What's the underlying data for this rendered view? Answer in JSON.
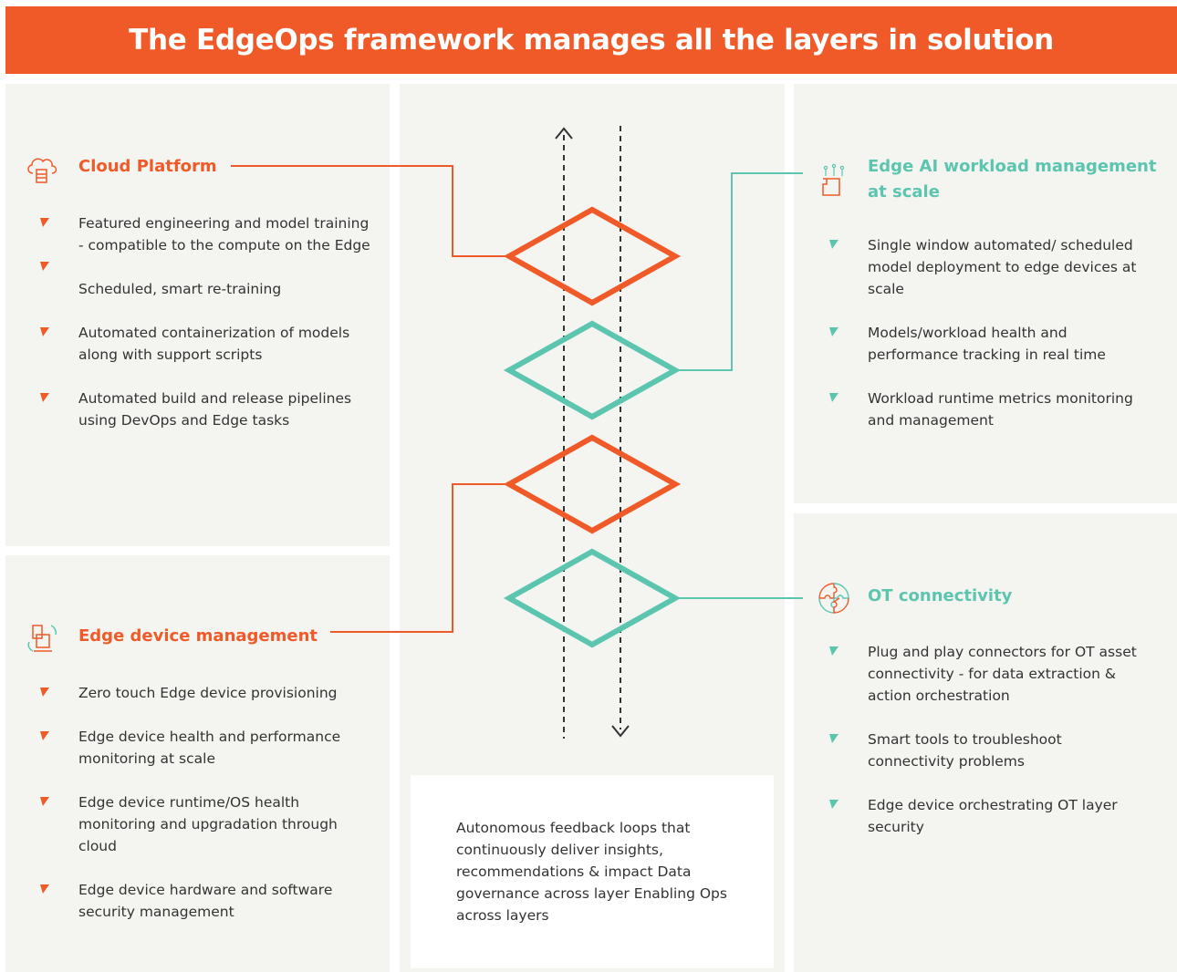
{
  "header": {
    "title": "The EdgeOps framework manages all the layers in solution"
  },
  "colors": {
    "orange": "#f05a28",
    "teal": "#5cc5b0",
    "panel_bg": "#f4f4f1",
    "text": "#333333"
  },
  "cloud_platform": {
    "title": "Cloud Platform",
    "icon": "cloud-server-icon",
    "items": [
      "Featured engineering and model training - compatible to the compute on the Edge",
      "Scheduled, smart re-training",
      "Automated containerization of models along with support scripts",
      "Automated build and release pipelines using DevOps and Edge tasks"
    ]
  },
  "edge_device_management": {
    "title": "Edge device management",
    "icon": "device-sync-icon",
    "items": [
      "Zero touch Edge device provisioning",
      "Edge device health and performance monitoring at scale",
      "Edge device runtime/OS health monitoring and upgradation through cloud",
      "Edge device hardware and software security management"
    ]
  },
  "edge_ai": {
    "title_line1": "Edge AI workload management",
    "title_line2": "at scale",
    "icon": "ai-chip-icon",
    "items": [
      "Single window automated/ scheduled model deployment to edge devices at scale",
      "Models/workload health and performance tracking in real time",
      "Workload runtime metrics monitoring and management"
    ]
  },
  "ot_connectivity": {
    "title": "OT connectivity",
    "icon": "puzzle-icon",
    "items": [
      "Plug and play connectors for OT asset connectivity - for data extraction & action orchestration",
      "Smart tools to troubleshoot connectivity problems",
      "Edge device orchestrating OT layer security"
    ]
  },
  "feedback": {
    "text": "Autonomous feedback loops that continuously deliver insights, recommendations & impact Data governance across layer  Enabling Ops across layers"
  }
}
